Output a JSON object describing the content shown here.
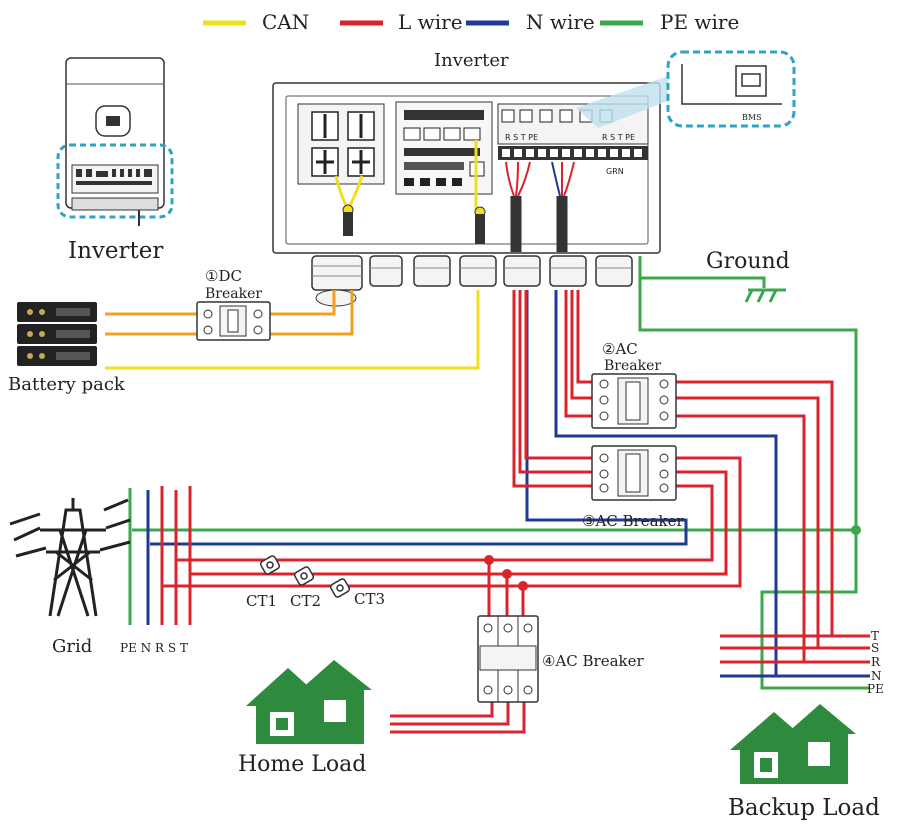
{
  "legend": [
    {
      "label": "CAN",
      "color": "#f2df1c"
    },
    {
      "label": "L wire",
      "color": "#d9232d"
    },
    {
      "label": "N wire",
      "color": "#1f3a93"
    },
    {
      "label": "PE wire",
      "color": "#3aa84a"
    }
  ],
  "labels": {
    "inverter_top": "Inverter",
    "inverter_side": "Inverter",
    "bms": "BMS",
    "dc_breaker_num": "①DC",
    "dc_breaker_word": "Breaker",
    "battery_pack": "Battery pack",
    "ground": "Ground",
    "ac_breaker_2_num": "②AC",
    "ac_breaker_2_word": "Breaker",
    "ac_breaker_3": "③AC Breaker",
    "ac_breaker_4": "④AC Breaker",
    "grid": "Grid",
    "grid_terminals": "PE N R S T",
    "ct1": "CT1",
    "ct2": "CT2",
    "ct3": "CT3",
    "home_load": "Home Load",
    "backup_load": "Backup Load",
    "backup_terminals": [
      "T",
      "S",
      "R",
      "N",
      "PE"
    ],
    "terminal_block_left": "R S T PE",
    "terminal_block_right": "R S T PE",
    "grn": "GRN"
  },
  "colors": {
    "can": "#f2df1c",
    "dc": "#f0a020",
    "l": "#d9232d",
    "n": "#1f3a93",
    "pe": "#3aa84a",
    "house": "#2e8b3e",
    "highlight": "#2fa3c4"
  }
}
